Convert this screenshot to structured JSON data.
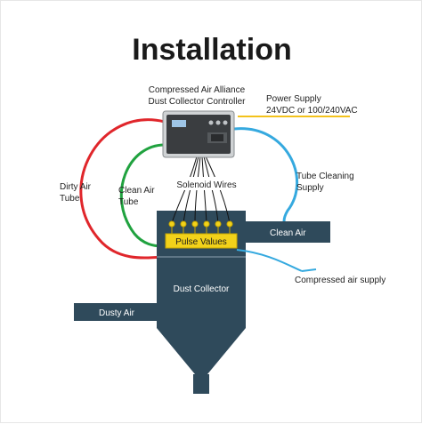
{
  "title": "Installation",
  "controller": {
    "line1": "Compressed Air Alliance",
    "line2": "Dust Collector Controller"
  },
  "power_supply": {
    "line1": "Power Supply",
    "line2": "24VDC or 100/240VAC"
  },
  "dirty_air_tube": {
    "line1": "Dirty Air",
    "line2": "Tube"
  },
  "clean_air_tube": {
    "line1": "Clean Air",
    "line2": "Tube"
  },
  "solenoid_wires": "Solenoid Wires",
  "tube_cleaning_supply": {
    "line1": "Tube Cleaning",
    "line2": "Supply"
  },
  "clean_air": "Clean Air",
  "pulse_values": "Pulse Values",
  "compressed_air_supply": "Compressed air supply",
  "dust_collector": "Dust Collector",
  "dusty_air": "Dusty Air",
  "colors": {
    "collector": "#2f4a5b",
    "pulse_yellow": "#f2d21a",
    "dirty_tube_red": "#e0262b",
    "clean_tube_green": "#20a23f",
    "cleaning_blue": "#35a9df",
    "power_yellow": "#f3c21b",
    "controller_body": "#cfd2d4"
  }
}
